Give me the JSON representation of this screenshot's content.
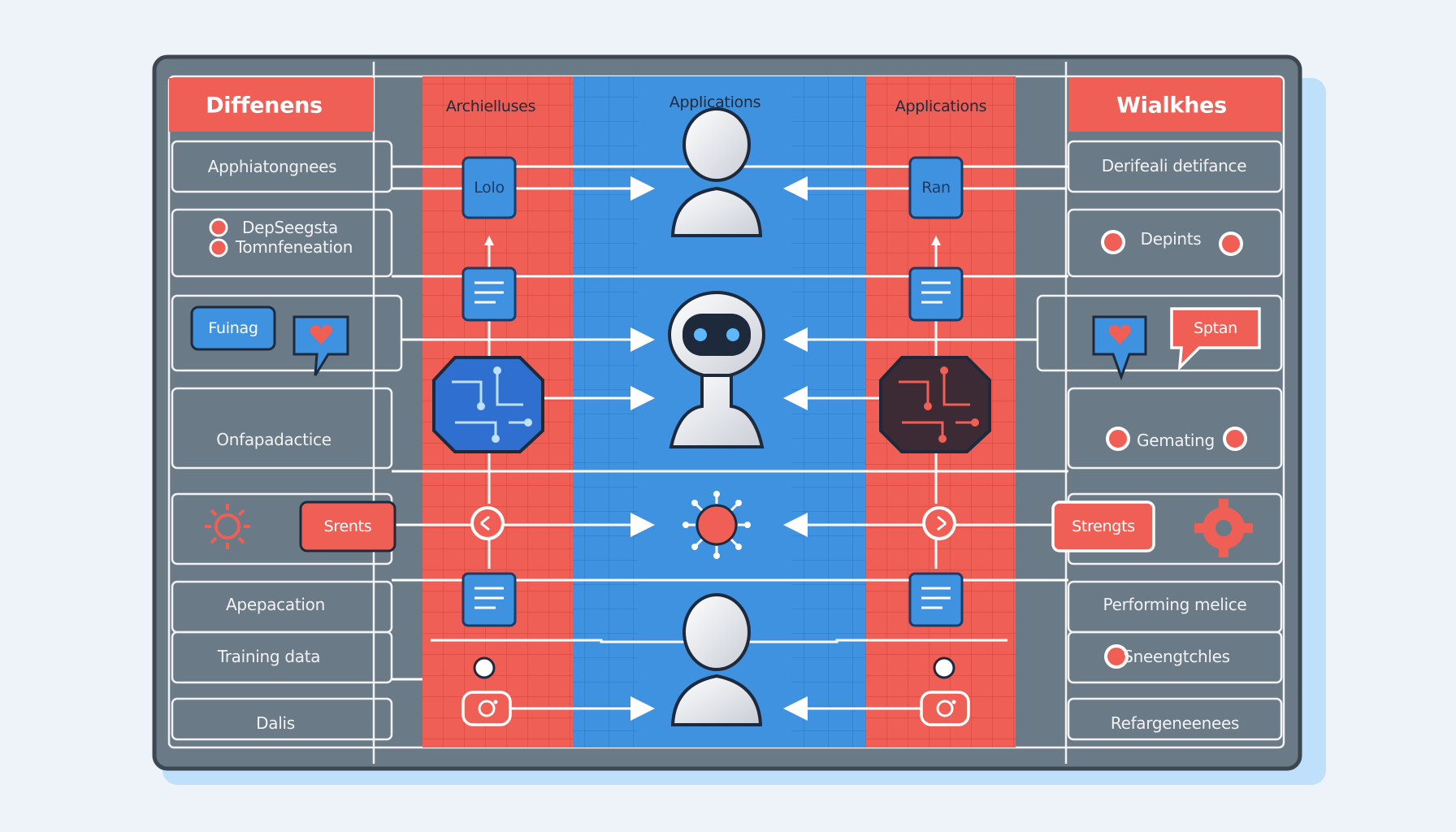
{
  "colors": {
    "background": "#eef3fa",
    "panel_gray": "#6a7a86",
    "panel_dark": "#3c4752",
    "accent_red": "#ef5f55",
    "accent_blue": "#3f92df",
    "white": "#ffffff"
  },
  "headers": {
    "left": "Diffenens",
    "center_left": "Archielluses",
    "center": "Applications",
    "center_right": "Applications",
    "right": "Wialkhes"
  },
  "left_panel": {
    "items": [
      "Apphiatongnees",
      "DepSeegsta",
      "Tomnfeneation",
      "Fuinag",
      "Onfapadactice",
      "Srents",
      "Apepacation",
      "Training data",
      "Dalis"
    ]
  },
  "right_panel": {
    "items": [
      "Derifeali detifance",
      "Depints",
      "Sptan",
      "Gemating",
      "Strengts",
      "Performing melice",
      "Sneengtchles",
      "Refargeneenees"
    ]
  },
  "center_nodes": {
    "left_top_box": "Lolo",
    "right_top_box": "Ran"
  },
  "icons": [
    "robot-head-icon",
    "robot-avatar-icon",
    "chip-icon",
    "document-icon",
    "heart-chat-icon",
    "sun-icon",
    "gear-icon",
    "virus-node-icon",
    "camera-icon"
  ]
}
